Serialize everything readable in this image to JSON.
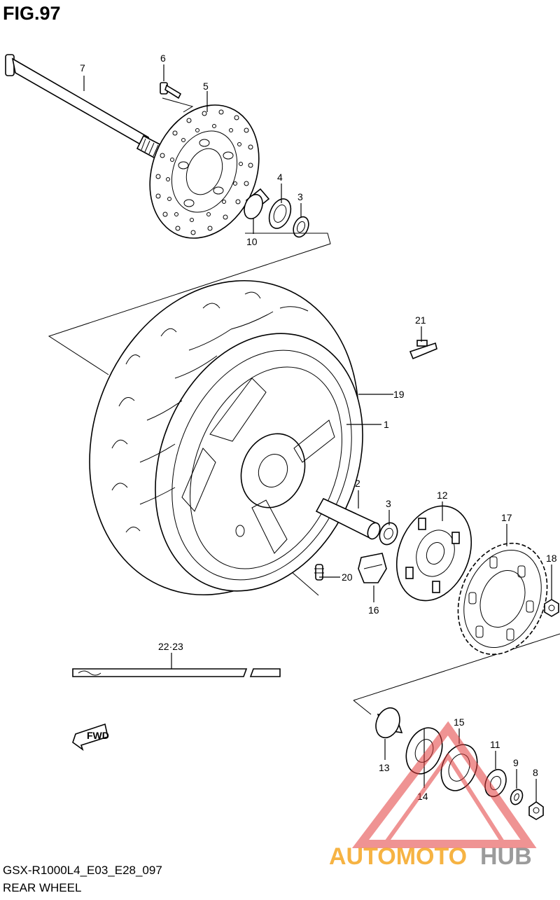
{
  "header": {
    "figure_title": "FIG.97"
  },
  "footer": {
    "model_code": "GSX-R1000L4_E03_E28_097",
    "section_name": "REAR WHEEL"
  },
  "callouts": {
    "c1": "1",
    "c2": "2",
    "c3a": "3",
    "c3b": "3",
    "c4": "4",
    "c5": "5",
    "c6": "6",
    "c7": "7",
    "c8": "8",
    "c9": "9",
    "c10": "10",
    "c11": "11",
    "c12": "12",
    "c13": "13",
    "c14": "14",
    "c15": "15",
    "c16": "16",
    "c17": "17",
    "c18": "18",
    "c19": "19",
    "c20": "20",
    "c21": "21",
    "c2223": "22·23"
  },
  "direction_arrow": {
    "label": "FWD"
  },
  "watermark": {
    "text_part1": "AUTOMOTO",
    "text_part2": "HUB",
    "color_orange": "#f5a623",
    "color_grey": "#8a8a8a",
    "color_red": "#e23b3b"
  },
  "colors": {
    "line": "#000000",
    "background": "#ffffff"
  }
}
